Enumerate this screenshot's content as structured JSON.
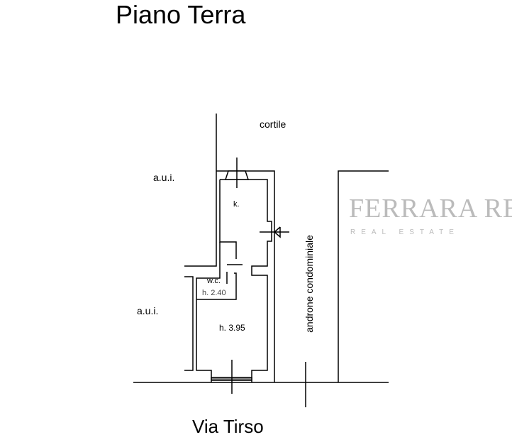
{
  "title": "Piano Terra",
  "street": "Via Tirso",
  "labels": {
    "cortile": "cortile",
    "aui_top": "a.u.i.",
    "aui_bottom": "a.u.i.",
    "kitchen": "k.",
    "wc": "w.c.",
    "wc_height": "h. 2.40",
    "main_height": "h. 3.95",
    "androne": "androne condominiale"
  },
  "watermark": {
    "brand": "FERRARA RE",
    "sub": "REAL ESTATE"
  }
}
